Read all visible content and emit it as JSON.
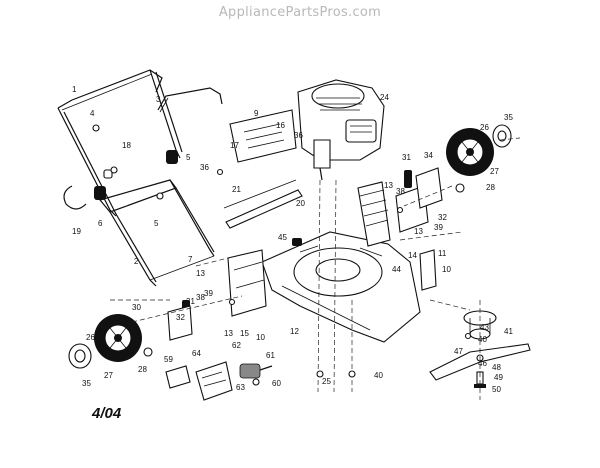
{
  "watermark": "AppliancePartsPros.com",
  "date_code": "4/04",
  "callouts": [
    "1",
    "2",
    "3",
    "4",
    "5",
    "6",
    "7",
    "9",
    "10",
    "11",
    "12",
    "13",
    "14",
    "15",
    "16",
    "17",
    "18",
    "19",
    "20",
    "21",
    "24",
    "25",
    "26",
    "27",
    "28",
    "30",
    "31",
    "32",
    "34",
    "35",
    "36",
    "38",
    "39",
    "40",
    "41",
    "43",
    "44",
    "45",
    "46",
    "47",
    "48",
    "49",
    "50",
    "59",
    "60",
    "61",
    "62",
    "63",
    "64"
  ]
}
